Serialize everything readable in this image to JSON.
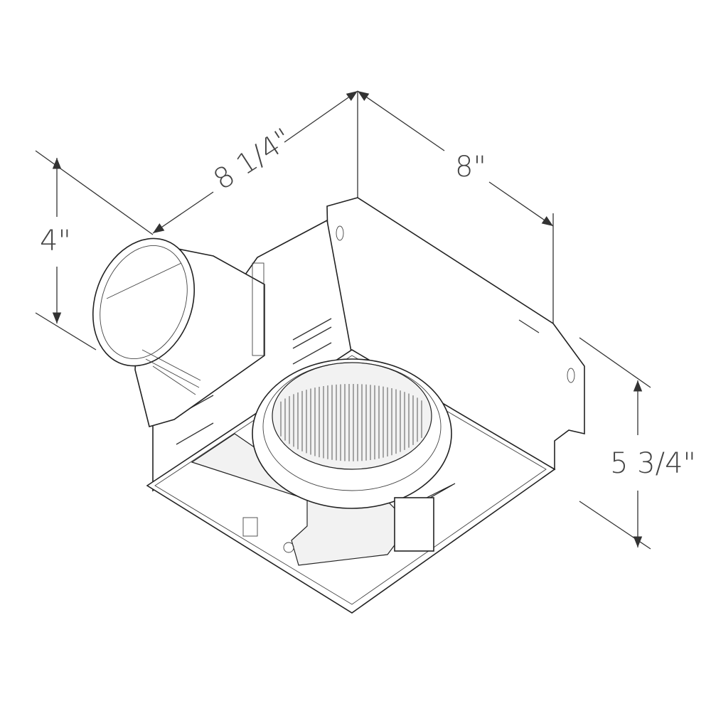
{
  "dimensions": {
    "duct_depth": "8 1/4\"",
    "housing_width": "8\"",
    "duct_height": "4\"",
    "housing_height": "5 3/4\""
  },
  "colors": {
    "line": "#333333",
    "text": "#444444",
    "background": "#ffffff"
  }
}
